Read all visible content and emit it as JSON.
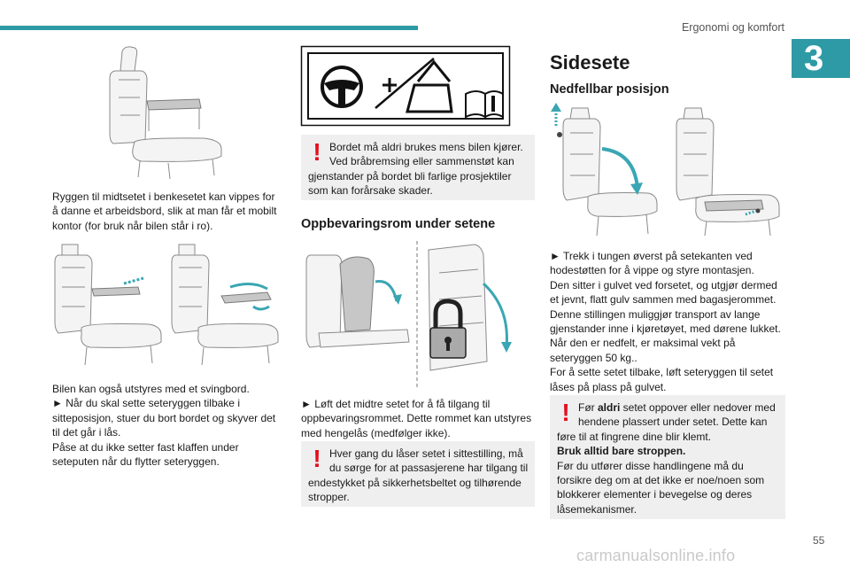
{
  "header": {
    "section_title": "Ergonomi og komfort",
    "chapter_number": "3",
    "page_number": "55",
    "watermark": "carmanualsonline.info"
  },
  "col1": {
    "para1": "Ryggen til midtsetet i benkesetet kan vippes for å danne et arbeidsbord, slik at man får et mobilt kontor (for bruk når bilen står i ro).",
    "para2_lines": [
      "Bilen kan også utstyres med et svingbord.",
      "► Når du skal sette seteryggen tilbake i sitteposisjon, stuer du bort bordet og skyver det til det går i lås.",
      "Påse at du ikke setter fast klaffen under seteputen når du flytter seteryggen."
    ]
  },
  "col2": {
    "warning1": "Bordet må aldri brukes mens bilen kjører. Ved bråbremsing eller sammenstøt kan gjenstander på bordet bli farlige prosjektiler som kan forårsake skader.",
    "heading": "Oppbevaringsrom under setene",
    "para": "► Løft det midtre setet for å få tilgang til oppbevaringsrommet. Dette rommet kan utstyres med hengelås (medfølger ikke).",
    "warning2": "Hver gang du låser setet i sittestilling, må du sørge for at passasjerene har tilgang til endestykket på sikkerhetsbeltet og tilhørende stropper."
  },
  "col3": {
    "title": "Sidesete",
    "subtitle": "Nedfellbar posisjon",
    "para_lines": [
      "► Trekk i tungen øverst på setekanten ved hodestøtten for å vippe og styre montasjen.",
      "Den sitter i gulvet ved forsetet, og utgjør dermed et jevnt, flatt gulv sammen med bagasjerommet.",
      "Denne stillingen muliggjør transport av lange gjenstander inne i kjøretøyet, med dørene lukket.",
      "Når den er nedfelt, er maksimal vekt på seteryggen 50 kg..",
      "For å sette setet tilbake, løft seteryggen til setet låses på plass på gulvet."
    ],
    "warning_pre": "Før ",
    "warning_bold": "aldri",
    "warning_post": " setet oppover eller nedover med hendene plassert under setet. Dette kan føre til at fingrene dine blir klemt.",
    "warning_strong": "Bruk alltid bare stroppen.",
    "warning_tail": "Før du utfører disse handlingene må du forsikre deg om at det ikke er noe/noen som blokkerer elementer i bevegelse og deres låsemekanismer."
  },
  "colors": {
    "accent": "#2e9aa6",
    "warning_mark": "#e3101e",
    "warning_bg": "#efefef"
  },
  "icons": [
    "steering-wheel-icon",
    "manual-book-icon",
    "padlock-icon",
    "exclamation-icon"
  ]
}
